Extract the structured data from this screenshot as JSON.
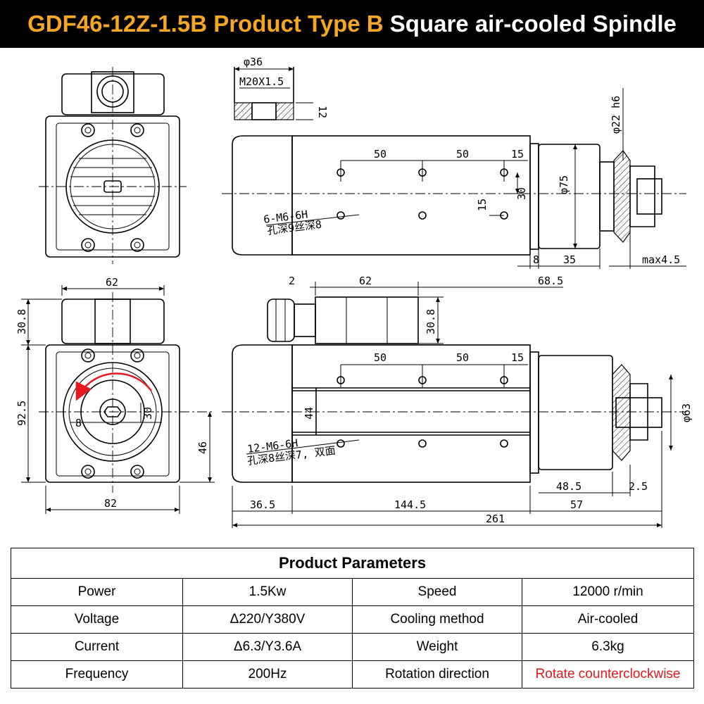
{
  "title": {
    "model": "GDF46-12Z-1.5B Product Type B",
    "description": "Square air-cooled Spindle"
  },
  "drawing": {
    "nut": {
      "diameter": "φ36",
      "thread": "M20X1.5",
      "thickness": "12"
    },
    "top_view": {
      "hole_spacing_1": "50",
      "hole_spacing_2": "50",
      "edge_offset": "15",
      "vertical_offset": "15",
      "vertical_spacing": "30",
      "shaft_diameter": "φ22 h6",
      "body_diameter": "φ75",
      "flange_width": "8",
      "nose_length": "35",
      "max_extension": "max4.5",
      "hole_note_1": "6-M6-6H",
      "hole_note_2": "孔深9丝深8"
    },
    "end_view": {
      "width": "62",
      "box_height": "30.8",
      "height": "92.5",
      "center_height": "46",
      "base_width": "82",
      "key_width": "8",
      "key_offset": "30"
    },
    "side_view": {
      "offset": "2",
      "box_width": "62",
      "nose_offset": "68.5",
      "box_height": "30.8",
      "hole_spacing_1": "50",
      "hole_spacing_2": "50",
      "edge_offset": "15",
      "slot_width": "44",
      "rear_length": "36.5",
      "body_length": "144.5",
      "front_length": "57",
      "nose_length": "48.5",
      "lip": "2.5",
      "total_length": "261",
      "nose_diameter": "φ63",
      "hole_note_1": "12-M6-6H",
      "hole_note_2": "孔深8丝深7, 双面"
    }
  },
  "table": {
    "heading": "Product Parameters",
    "rows": [
      {
        "label_1": "Power",
        "value_1": "1.5Kw",
        "label_2": "Speed",
        "value_2": "12000 r/min"
      },
      {
        "label_1": "Voltage",
        "value_1": "Δ220/Y380V",
        "label_2": "Cooling method",
        "value_2": "Air-cooled"
      },
      {
        "label_1": "Current",
        "value_1": "Δ6.3/Y3.6A",
        "label_2": "Weight",
        "value_2": "6.3kg"
      },
      {
        "label_1": "Frequency",
        "value_1": "200Hz",
        "label_2": "Rotation direction",
        "value_2": "Rotate counterclockwise"
      }
    ]
  },
  "colors": {
    "title_bg": "#000000",
    "model_text": "#f5a623",
    "title_text": "#ffffff",
    "rotation_text": "#e8161e",
    "arrow": "#e8161e"
  }
}
